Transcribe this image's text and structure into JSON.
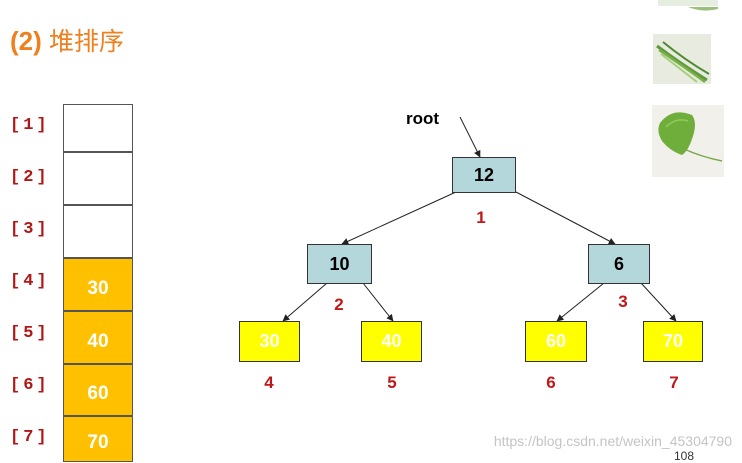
{
  "title": {
    "number": "(2)",
    "text": "堆排序"
  },
  "array": {
    "indices": [
      "[1]",
      "[2]",
      "[3]",
      "[4]",
      "[5]",
      "[6]",
      "[7]"
    ],
    "values": [
      "",
      "",
      "",
      "30",
      "40",
      "60",
      "70"
    ]
  },
  "tree": {
    "root_label": "root",
    "nodes": [
      {
        "value": "12",
        "index": "1"
      },
      {
        "value": "10",
        "index": "2"
      },
      {
        "value": "6",
        "index": "3"
      },
      {
        "value": "30",
        "index": "4"
      },
      {
        "value": "40",
        "index": "5"
      },
      {
        "value": "60",
        "index": "6"
      },
      {
        "value": "70",
        "index": "7"
      }
    ]
  },
  "colors": {
    "title": "#f07f1e",
    "index_label": "#b01818",
    "heap_node": "#b4d7dc",
    "sorted_node": "#ffff00",
    "array_filled": "#ffc000"
  },
  "watermark": "https://blog.csdn.net/weixin_45304790",
  "page_number": "108",
  "icons": [
    "grass-photo-icon",
    "ginkgo-leaf-photo-icon"
  ]
}
